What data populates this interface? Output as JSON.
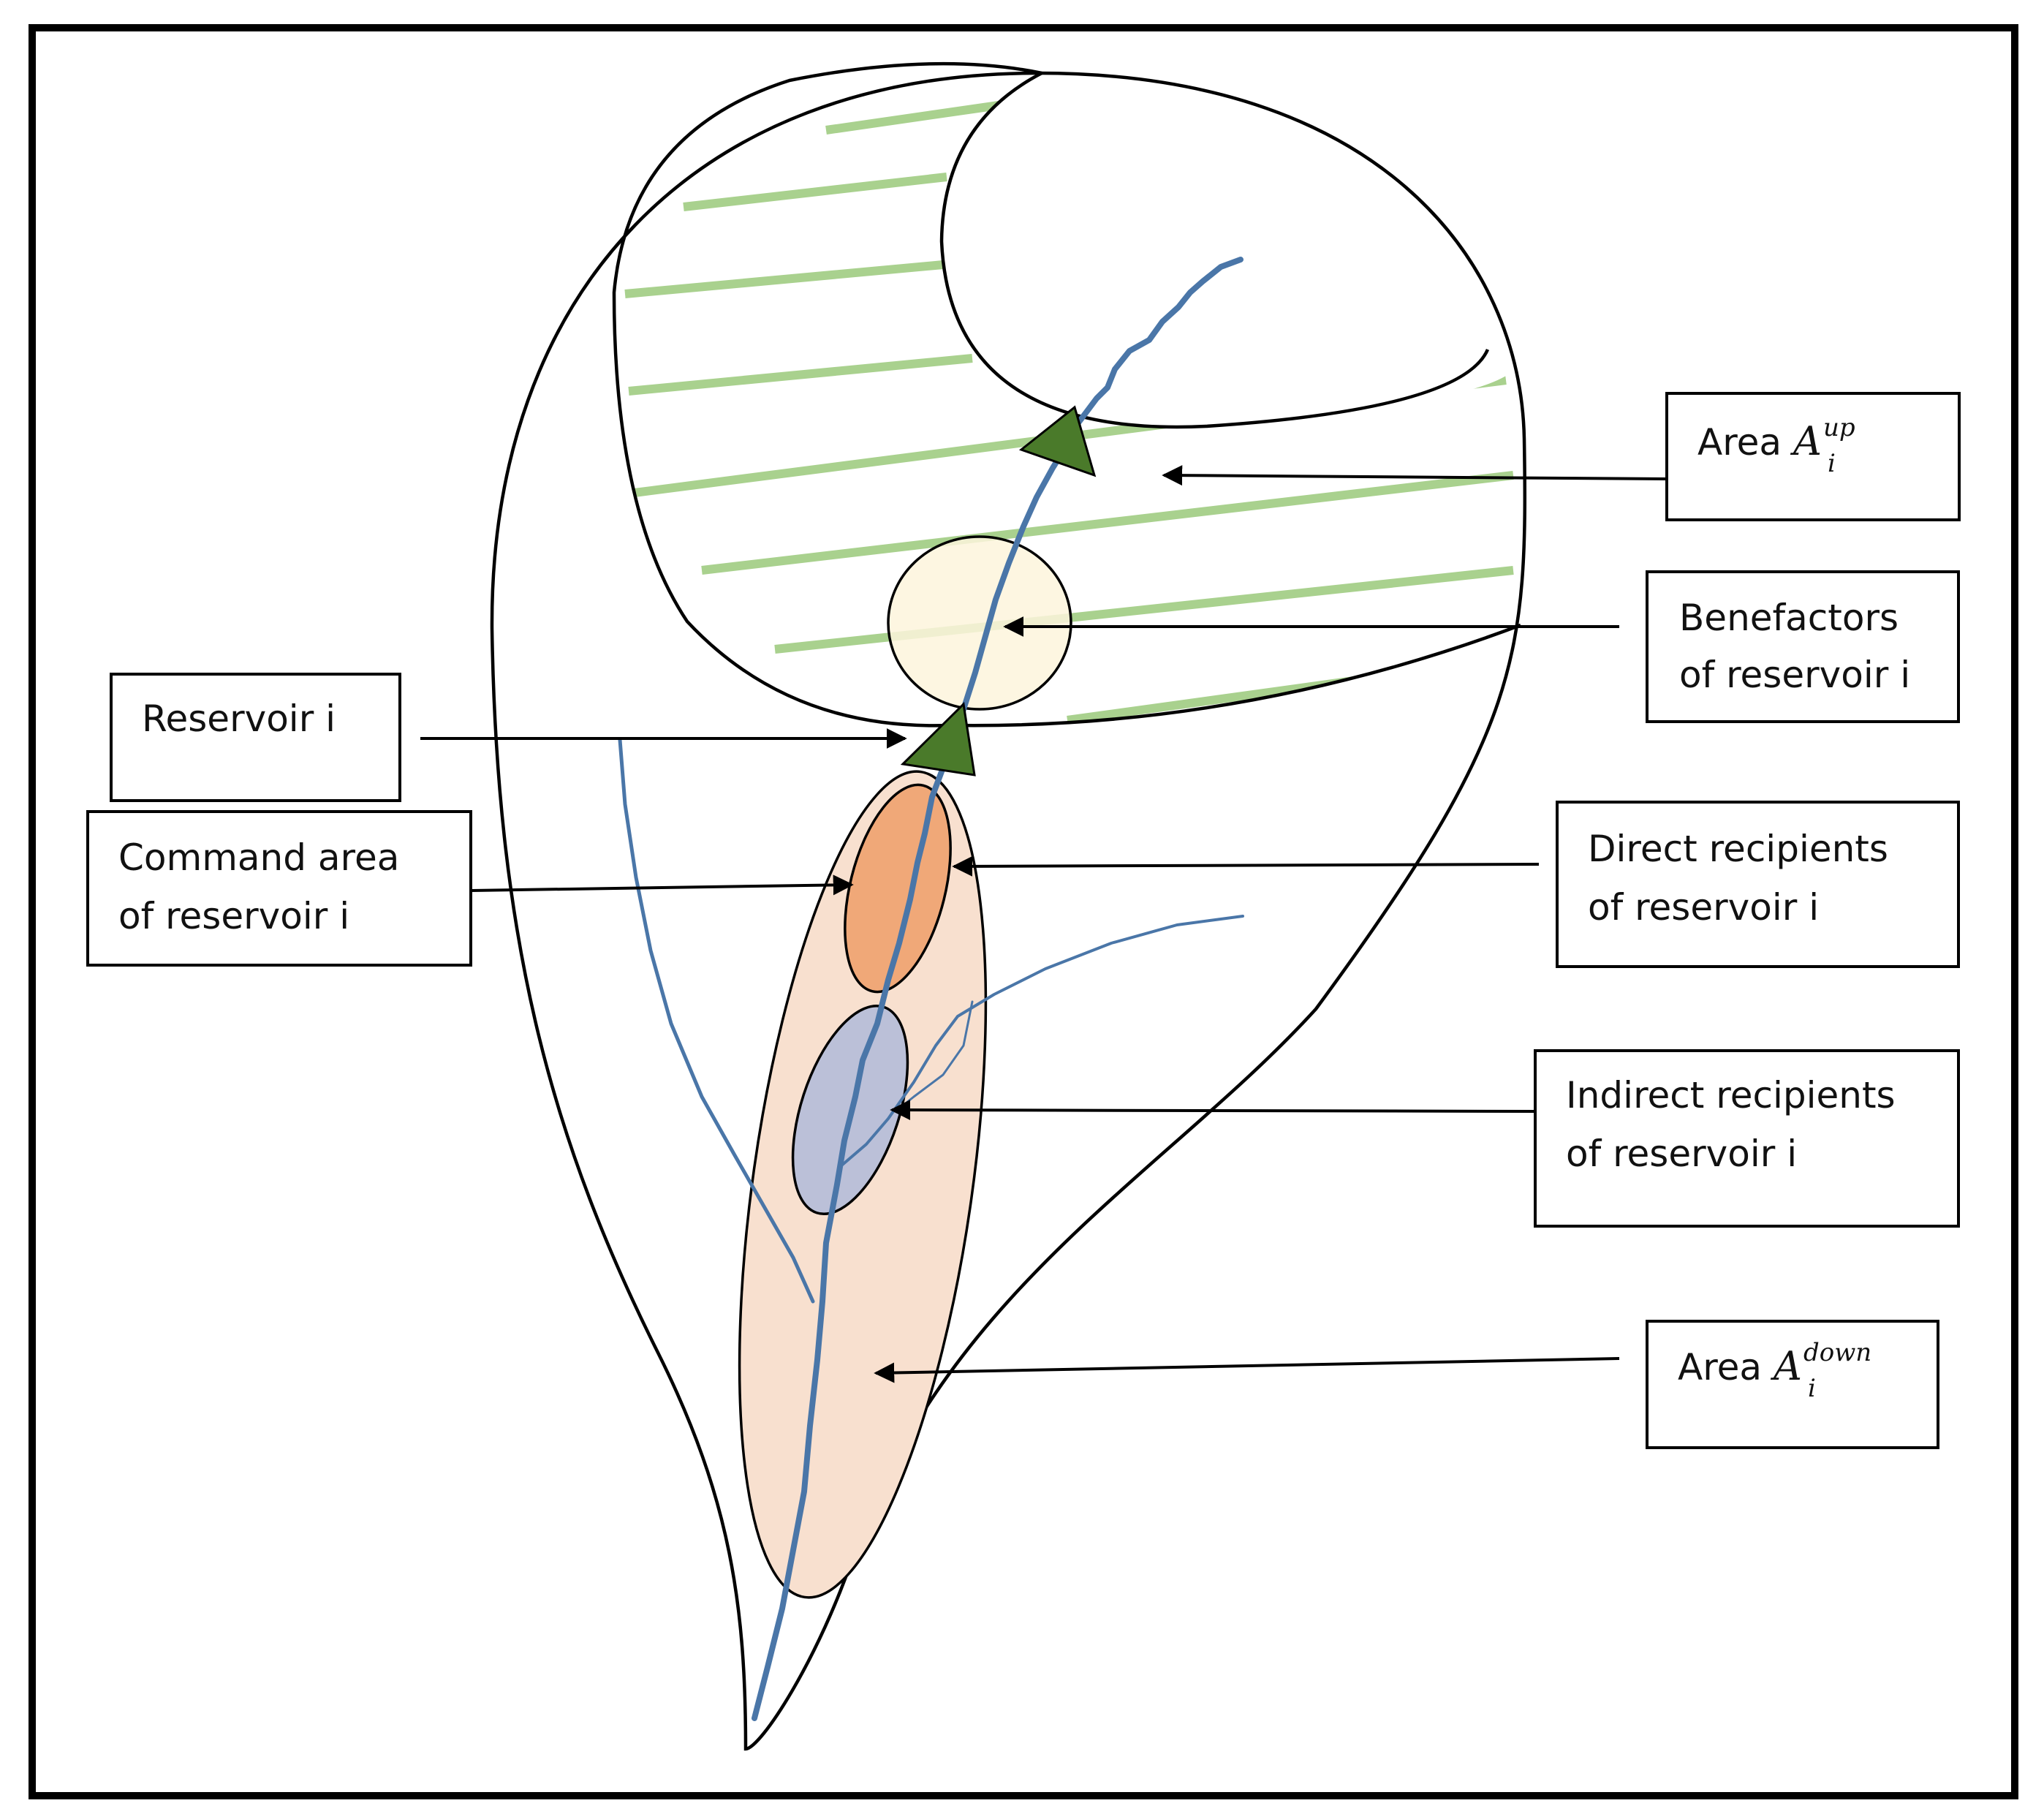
{
  "labels": {
    "area_up": {
      "prefix": "Area ",
      "symbol": "A",
      "sub": "i",
      "sup": "up"
    },
    "benefactors": {
      "line1": "Benefactors",
      "line2": "of reservoir i"
    },
    "reservoir": {
      "line1": "Reservoir i"
    },
    "command_area": {
      "line1": "Command area",
      "line2": "of reservoir i"
    },
    "direct": {
      "line1": "Direct recipients",
      "line2": "of reservoir i"
    },
    "indirect": {
      "line1": "Indirect recipients",
      "line2": "of reservoir i"
    },
    "area_down": {
      "prefix": "Area ",
      "symbol": "A",
      "sub": "i",
      "sup": "down"
    }
  },
  "colors": {
    "frame": "#000000",
    "hatch": "#a9d18e",
    "river": "#4a76a8",
    "reservoir_marker": "#4a7a2a",
    "benefactors_fill": "#fdf5dc",
    "command_area_fill": "#f8e0cf",
    "direct_fill": "#f0a878",
    "indirect_fill": "#b4bcd8"
  }
}
